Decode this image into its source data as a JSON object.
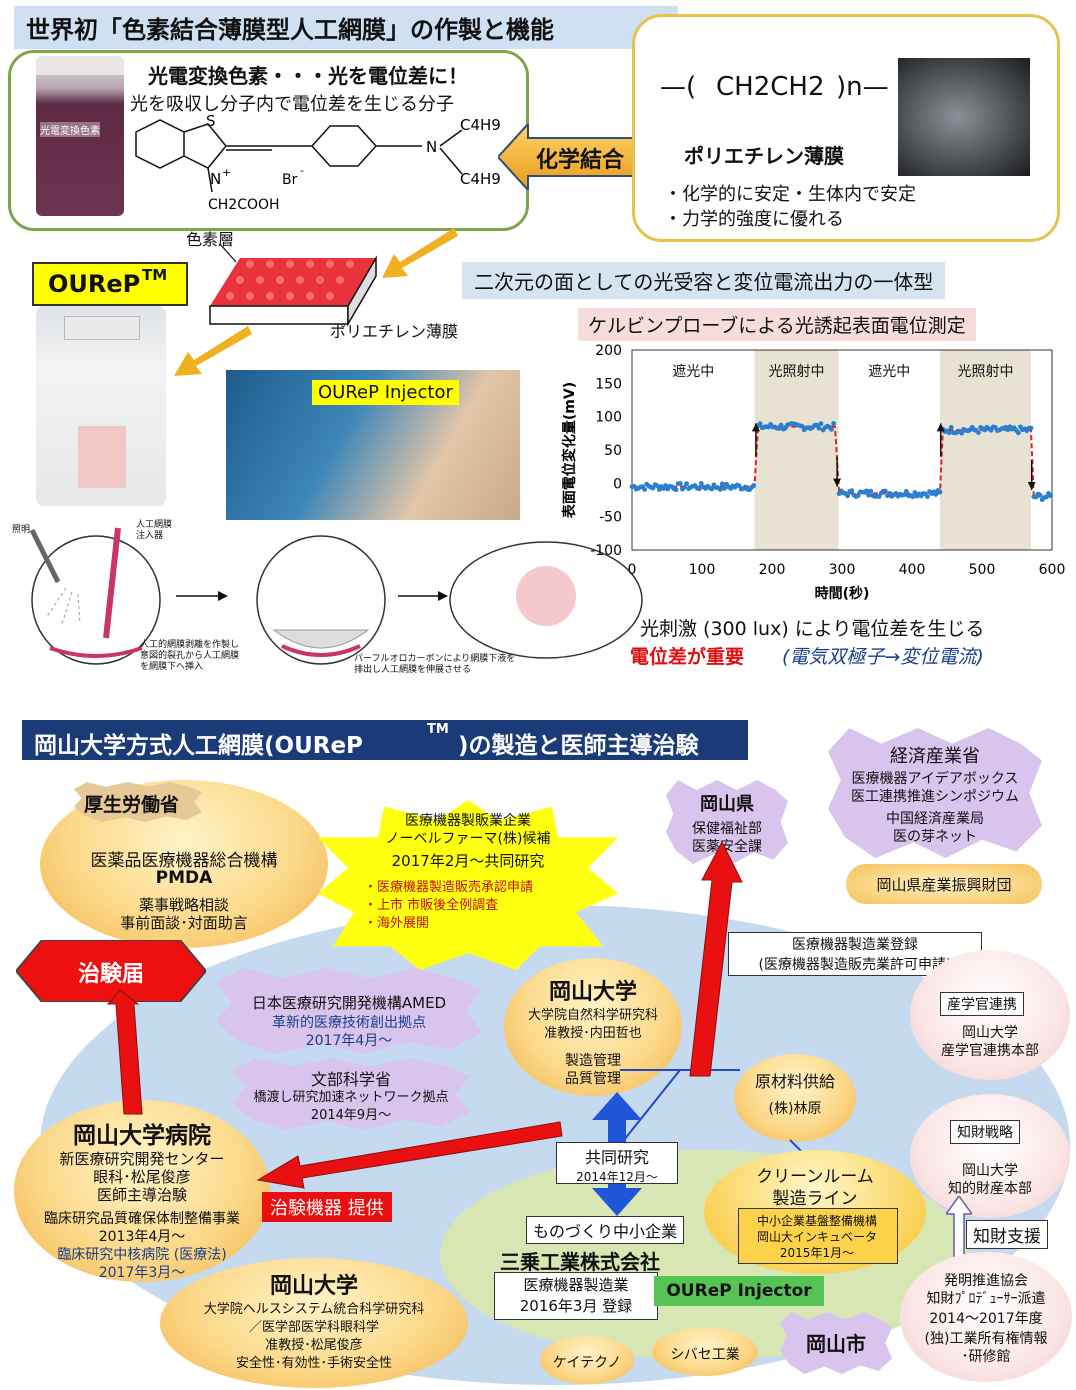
{
  "top": {
    "title": "世界初「色素結合薄膜型人工網膜」の作製と機能",
    "dye_box": {
      "heading": "光電変換色素・・・光を電位差に！",
      "subheading": "光を吸収し分子内で電位差を生じる分子",
      "vial_label": "光電変換色素",
      "mol_labels": [
        "S",
        "N",
        "+",
        "Br",
        "-",
        "N",
        "C4H9",
        "C4H9",
        "CH2COOH"
      ]
    },
    "bond_label": "化学結合",
    "pe_box": {
      "formula_left": "—(",
      "formula_mid": "CH2CH2",
      "formula_right": ")n—",
      "heading": "ポリエチレン薄膜",
      "bullets": [
        "・化学的に安定・生体内で安定",
        "・力学的強度に優れる"
      ]
    },
    "layer_label_dye": "色素層",
    "layer_label_pe": "ポリエチレン薄膜",
    "ourep": "OUReP",
    "ourep_tm": "TM",
    "injector": "OUReP Injector",
    "integration_title": "二次元の面としての光受容と変位電流出力の一体型",
    "kelvin_title": "ケルビンプローブによる光誘起表面電位測定",
    "eye_labels": {
      "light": "照明",
      "injector": "人工網膜\n注入器",
      "step1": "人工的網膜剥離を作製し\n意図的裂孔から人工網膜\nを網膜下へ挿入",
      "step2": "パーフルオロカーボンにより網膜下液を\n排出し人工網膜を伸展させる"
    },
    "stim_text": "光刺激 (300 lux) により電位差を生じる",
    "stim_red": "電位差が重要",
    "stim_blue": "(電気双極子→変位電流)"
  },
  "chart_data": {
    "type": "scatter",
    "x_range": [
      0,
      600
    ],
    "y_range": [
      -100,
      200
    ],
    "xlabel": "時間(秒)",
    "ylabel": "表面電位変化量(mV)",
    "xticks": [
      "0",
      "100",
      "200",
      "300",
      "400",
      "500",
      "600"
    ],
    "yticks": [
      "200",
      "150",
      "100",
      "50",
      "0",
      "-50",
      "-100"
    ],
    "phases": [
      {
        "label": "遮光中",
        "start": 0,
        "end": 175,
        "shaded": false
      },
      {
        "label": "光照射中",
        "start": 175,
        "end": 295,
        "shaded": true
      },
      {
        "label": "遮光中",
        "start": 295,
        "end": 440,
        "shaded": false
      },
      {
        "label": "光照射中",
        "start": 440,
        "end": 570,
        "shaded": true
      },
      {
        "label": "",
        "start": 570,
        "end": 600,
        "shaded": false
      }
    ],
    "series": [
      {
        "levels": [
          {
            "x0": 0,
            "x1": 175,
            "y": -5
          },
          {
            "x0": 180,
            "x1": 290,
            "y": 85
          },
          {
            "x0": 296,
            "x1": 440,
            "y": -15
          },
          {
            "x0": 444,
            "x1": 570,
            "y": 80
          },
          {
            "x0": 574,
            "x1": 600,
            "y": -20
          }
        ]
      }
    ],
    "grid": false
  },
  "bottom": {
    "title": "岡山大学方式人工網膜(OUReP",
    "title_tm": "TM",
    "title_end": ")の製造と医師主導治験",
    "mhlw": {
      "title": "厚生労働省",
      "lines": [
        "医薬品医療機器総合機構",
        "PMDA",
        "薬事戦略相談",
        "事前面談･対面助言"
      ]
    },
    "trial_notice": "治験届",
    "nobel": {
      "lines": [
        "医療機器製販業企業",
        "ノーベルファーマ(株)候補",
        "2017年2月～共同研究"
      ],
      "bullets": [
        "・医療機器製造販売承認申請",
        "・上市  市販後全例調査",
        "・海外展開"
      ]
    },
    "amed": {
      "title": "日本医療研究開発機構AMED",
      "sub": "革新的医療技術創出拠点",
      "date": "2017年4月～"
    },
    "mext": {
      "title": "文部科学省",
      "sub": "橋渡し研究加速ネットワーク拠点",
      "date": "2014年9月～"
    },
    "okayama_pref": {
      "title": "岡山県",
      "lines": [
        "保健福祉部",
        "医薬安全課"
      ]
    },
    "meti": {
      "title": "経済産業省",
      "lines": [
        "医療機器アイデアボックス",
        "医工連携推進シンポジウム",
        "中国経済産業局",
        "医の芽ネット"
      ]
    },
    "foundation": "岡山県産業振興財団",
    "registration": {
      "line1": "医療機器製造業登録",
      "line2": "(医療機器製造販売業許可申請)"
    },
    "okayama_univ": {
      "title": "岡山大学",
      "lines": [
        "大学院自然科学研究科",
        "准教授･内田哲也",
        "製造管理",
        "品質管理"
      ]
    },
    "raw_material": {
      "title": "原材料供給",
      "name": "(株)林原"
    },
    "iua": {
      "title": "産学官連携",
      "lines": [
        "岡山大学",
        "産学官連携本部"
      ]
    },
    "ip": {
      "title": "知財戦略",
      "lines": [
        "岡山大学",
        "知的財産本部"
      ]
    },
    "ip_support": "知財支援",
    "jiii": {
      "lines": [
        "発明推進協会",
        "知財ﾌﾟﾛﾃﾞｭｰｻｰ派遣",
        "2014～2017年度",
        "(独)工業所有権情報",
        "･研修館"
      ]
    },
    "hospital": {
      "title": "岡山大学病院",
      "lines": [
        "新医療研究開発センター",
        "眼科･松尾俊彦",
        "医師主導治験",
        "臨床研究品質確保体制整備事業",
        "2013年4月～"
      ],
      "blue": "臨床研究中核病院 (医療法)",
      "blue_date": "2017年3月～"
    },
    "device_supply": "治験機器 提供",
    "joint_research": {
      "title": "共同研究",
      "date": "2014年12月～"
    },
    "cleanroom": {
      "title": "クリーンルーム",
      "sub": "製造ライン",
      "lines": [
        "中小企業基盤整備機構",
        "岡山大インキュベータ",
        "2015年1月～"
      ]
    },
    "sme": "ものづくり中小企業",
    "sanjo": "三乗工業株式会社",
    "manufacturer": {
      "line1": "医療機器製造業",
      "line2": "2016年3月 登録"
    },
    "injector": "OUReP Injector",
    "health_univ": {
      "title": "岡山大学",
      "lines": [
        "大学院ヘルスシステム統合科学研究科",
        "／医学部医学科眼科学",
        "准教授･松尾俊彦",
        "安全性･有効性･手術安全性"
      ]
    },
    "keiteku": "ケイテクノ",
    "shibase": "シバセ工業",
    "okayama_city": "岡山市"
  }
}
